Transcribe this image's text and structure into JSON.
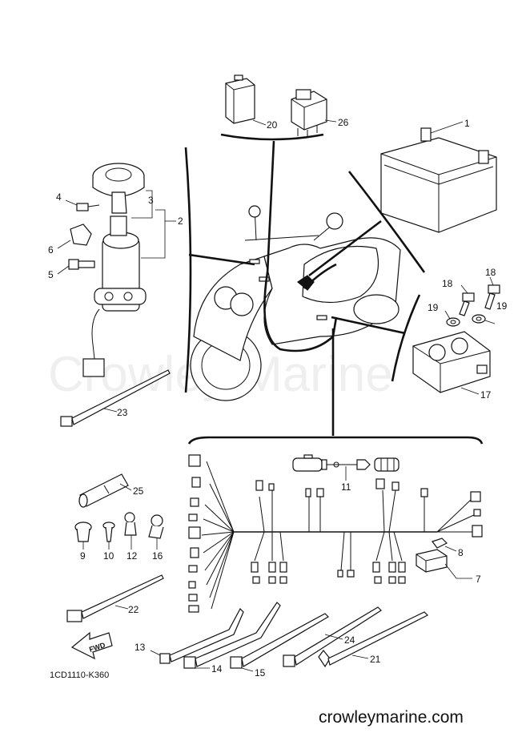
{
  "watermark": "Crowley Marine",
  "diagram_code": "1CD1110-K360",
  "site_url": "crowleymarine.com",
  "direction_label": "FWD",
  "callouts": {
    "c1": "1",
    "c2": "2",
    "c3": "3",
    "c4": "4",
    "c5": "5",
    "c6": "6",
    "c7": "7",
    "c8": "8",
    "c9": "9",
    "c10": "10",
    "c11": "11",
    "c12": "12",
    "c13": "13",
    "c14": "14",
    "c15": "15",
    "c16": "16",
    "c17": "17",
    "c18a": "18",
    "c18b": "18",
    "c19a": "19",
    "c19b": "19",
    "c20": "20",
    "c21": "21",
    "c22": "22",
    "c23": "23",
    "c24": "24",
    "c25": "25",
    "c26": "26"
  }
}
